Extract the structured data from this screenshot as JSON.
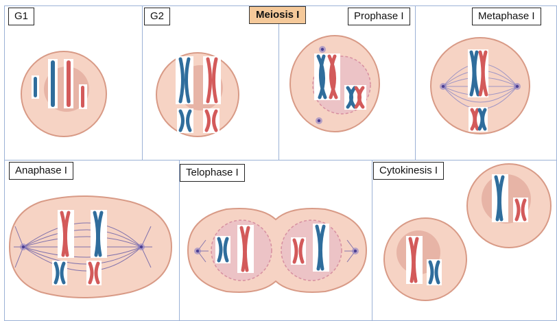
{
  "title": "Meiosis I",
  "stages": {
    "g1": "G1",
    "g2": "G2",
    "prophase": "Prophase I",
    "metaphase": "Metaphase I",
    "anaphase": "Anaphase I",
    "telophase": "Telophase I",
    "cytokinesis": "Cytokinesis I"
  },
  "colors": {
    "cell_fill": "#f6d3c4",
    "cell_stroke": "#d89a86",
    "nucleus": "#e7b4a6",
    "blue_chromosome": "#2f6d9c",
    "red_chromosome": "#d35a5a",
    "spindle": "#6c61a8",
    "title_box": "#f5c99a"
  }
}
